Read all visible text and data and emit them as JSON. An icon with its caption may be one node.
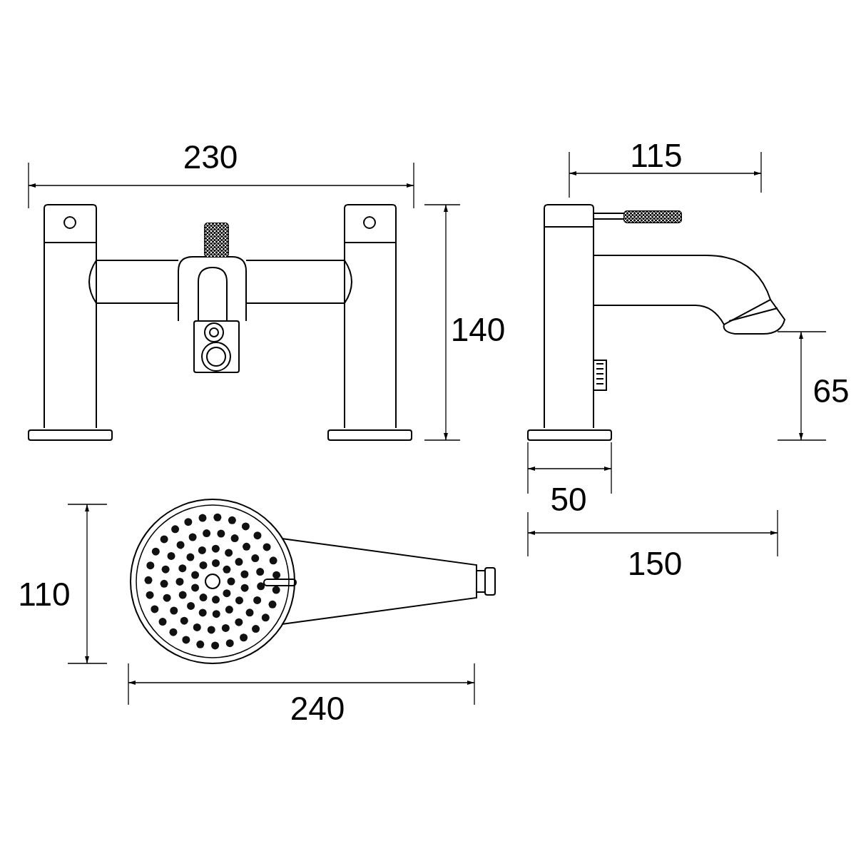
{
  "diagram": {
    "labels": [
      "230",
      "115",
      "140",
      "65",
      "50",
      "150",
      "110",
      "240"
    ]
  }
}
